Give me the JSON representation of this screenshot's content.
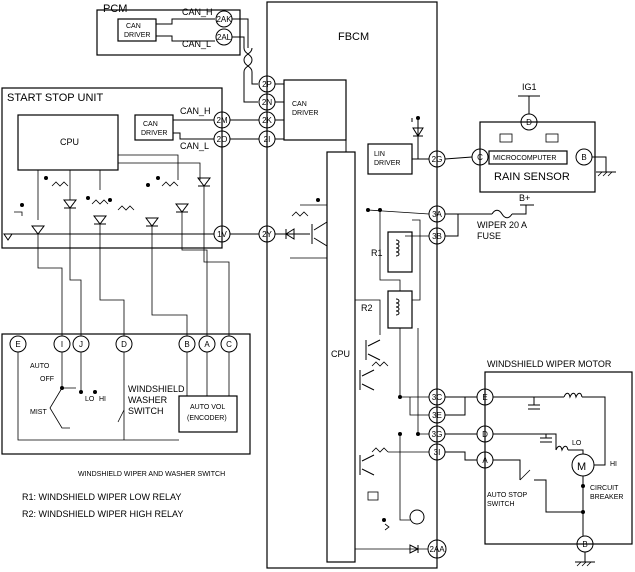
{
  "blocks": {
    "pcm": "PCM",
    "fbcm": "FBCM",
    "start_stop_unit": "START STOP UNIT",
    "rain_sensor": "RAIN SENSOR",
    "microcomputer": "MICROCOMPUTER",
    "wiper_motor": "WINDSHIELD WIPER MOTOR",
    "switch_caption": "WINDSHIELD WIPER AND WASHER SWITCH",
    "cpu_ssu": "CPU",
    "cpu_fbcm": "CPU"
  },
  "drivers": {
    "pcm_can": [
      "CAN",
      "DRIVER"
    ],
    "ssu_can": [
      "CAN",
      "DRIVER"
    ],
    "fbcm_can": [
      "CAN",
      "DRIVER"
    ],
    "lin": [
      "LIN",
      "DRIVER"
    ]
  },
  "signals": {
    "can_h_pcm": "CAN_H",
    "can_l_pcm": "CAN_L",
    "can_h_ssu": "CAN_H",
    "can_l_ssu": "CAN_L",
    "ig1": "IG1",
    "bplus": "B+",
    "fuse": [
      "WIPER 20 A",
      "FUSE"
    ]
  },
  "terminals": {
    "pcm_2AK": "2AK",
    "pcm_2AL": "2AL",
    "t2P": "2P",
    "t2N": "2N",
    "t2M": "2M",
    "t2K": "2K",
    "t2O": "2O",
    "t2I": "2I",
    "t2G": "2G",
    "t1V": "1V",
    "t2Y": "2Y",
    "t3A": "3A",
    "t3B": "3B",
    "t3C": "3C",
    "t3E": "3E",
    "t3G": "3G",
    "t3I": "3I",
    "t2AA": "2AA",
    "rs_C": "C",
    "rs_D": "D",
    "rs_B": "B",
    "sw_E": "E",
    "sw_I": "I",
    "sw_J": "J",
    "sw_D": "D",
    "sw_B": "B",
    "sw_A": "A",
    "sw_C": "C",
    "m_E": "E",
    "m_D": "D",
    "m_A": "A",
    "m_B": "B"
  },
  "relays": {
    "r1": "R1",
    "r2": "R2"
  },
  "switch": {
    "auto": "AUTO",
    "off": "OFF",
    "mist": "MIST",
    "lo": "LO",
    "hi": "HI",
    "washer": [
      "WINDSHIELD",
      "WASHER",
      "SWITCH"
    ],
    "auto_vol": [
      "AUTO VOL",
      "(ENCODER)"
    ]
  },
  "motor": {
    "symbol": "M",
    "lo": "LO",
    "hi": "HI",
    "auto_stop": [
      "AUTO STOP",
      "SWITCH"
    ],
    "breaker": [
      "CIRCUIT",
      "BREAKER"
    ]
  },
  "legend": [
    "R1: WINDSHIELD WIPER LOW RELAY",
    "R2: WINDSHIELD WIPER HIGH RELAY"
  ]
}
